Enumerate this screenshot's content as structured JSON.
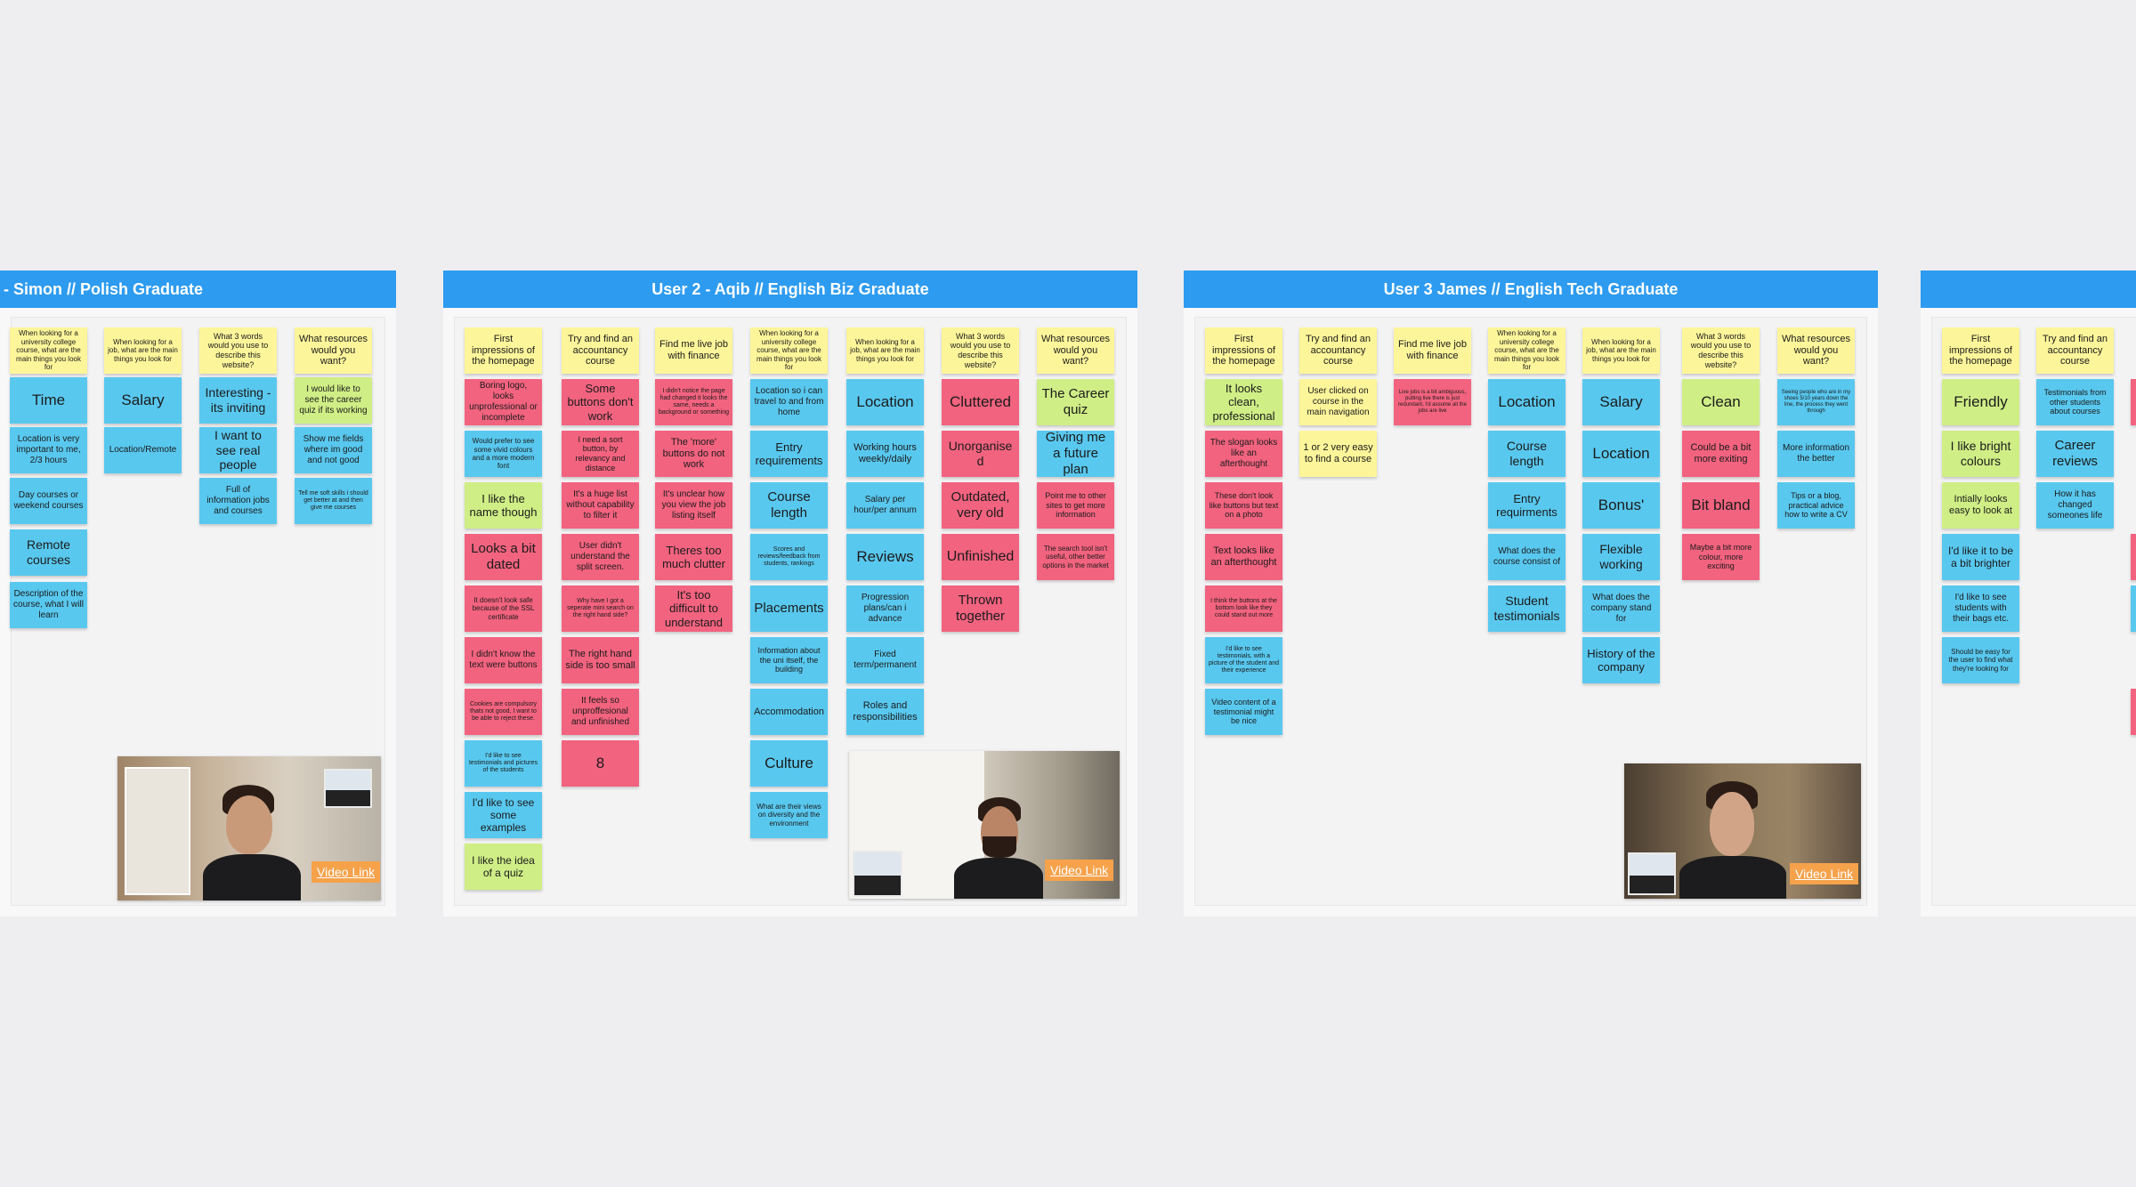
{
  "frames": [
    {
      "title": "- Simon // Polish Graduate",
      "video_link": "Video Link",
      "columns": [
        [
          "When looking for a university college course, what are the main things you look for",
          "Time",
          "Location is very important to me, 2/3 hours",
          "Day courses or weekend courses",
          "Remote courses",
          "Description of the course, what I will learn"
        ],
        [
          "When looking for a job, what are the main things you look for",
          "Salary",
          "Location/Remote"
        ],
        [
          "What 3 words would you use to describe this website?",
          "Interesting - its inviting",
          "I want to see real people",
          "Full of information jobs and courses"
        ],
        [
          "What resources would you want?",
          "I would like to see the career quiz if its working",
          "Show me fields where im good and not good",
          "Tell me soft skills i should get better at and then give me courses"
        ]
      ]
    },
    {
      "title": "User 2 - Aqib // English Biz Graduate",
      "video_link": "Video Link",
      "columns": [
        [
          "First impressions of the homepage",
          "Boring logo, looks unprofessional or incomplete",
          "Would prefer to see some vivid colours and a more modern font",
          "I like the name though",
          "Looks a bit dated",
          "It doesn't look safe because of the SSL certificate",
          "I didn't know the text were buttons",
          "Cookies are compulsory thats not good, I want to be able to reject these.",
          "I'd like to see testimonials and pictures of the students",
          "I'd like to see some examples",
          "I like the idea of a quiz"
        ],
        [
          "Try and find an accountancy course",
          "Some buttons don't work",
          "I need a sort button, by relevancy and distance",
          "It's a huge list without capability to filter it",
          "User didn't understand the split screen.",
          "Why have I got a seperate mini search on the right hand side?",
          "The right hand side is too small",
          "It feels so unproffesional and unfinished",
          "8"
        ],
        [
          "Find me live job with finance",
          "I didn't notice the page had changed it looks the same, needs a background or something",
          "The 'more' buttons do not work",
          "It's unclear how you view the job listing itself",
          "Theres too much clutter",
          "It's too difficult to understand"
        ],
        [
          "When looking for a university college course, what are the main things you look for",
          "Location so i can travel to and from home",
          "Entry requirements",
          "Course length",
          "Scores and reviews/feedback from students, rankings",
          "Placements",
          "Information about the uni itself, the building",
          "Accommodation",
          "Culture",
          "What are their views on diversity and the environment"
        ],
        [
          "When looking for a job, what are the main things you look for",
          "Location",
          "Working hours weekly/daily",
          "Salary per hour/per annum",
          "Reviews",
          "Progression plans/can i advance",
          "Fixed term/permanent",
          "Roles and responsibilities"
        ],
        [
          "What 3 words would you use to describe this website?",
          "Cluttered",
          "Unorganised",
          "Outdated, very old",
          "Unfinished",
          "Thrown together"
        ],
        [
          "What resources would you want?",
          "The Career quiz",
          "Giving me a future plan",
          "Point me to other sites to get more information",
          "The search tool isn't useful, other better options in the market"
        ]
      ]
    },
    {
      "title": "User 3 James // English Tech Graduate",
      "video_link": "Video Link",
      "columns": [
        [
          "First impressions of the homepage",
          "It looks clean, professional",
          "The slogan looks like an afterthought",
          "These don't look like buttons but text on a photo",
          "Text looks like an afterthought",
          "I think the buttons at the bottom look like they could stand out more",
          "I'd like to see testimonials, with a picture of the student and their experience",
          "Video content of a testimonial might be nice"
        ],
        [
          "Try and find an accountancy course",
          "User clicked on course in the main navigation",
          "1 or 2 very easy to find a course"
        ],
        [
          "Find me live job with finance",
          "Live jobs is a bit ambiguous, putting live there is just redundant, I'd assume all the jobs are live"
        ],
        [
          "When looking for a university college course, what are the main things you look for",
          "Location",
          "Course length",
          "Entry requirments",
          "What does the course consist of",
          "Student testimonials"
        ],
        [
          "When looking for a job, what are the main things you look for",
          "Salary",
          "Location",
          "Bonus'",
          "Flexible working",
          "What does the company stand for",
          "History of the company"
        ],
        [
          "What 3 words would you use to describe this website?",
          "Clean",
          "Could be a bit more exiting",
          "Bit bland",
          "Maybe a bit more colour, more exciting"
        ],
        [
          "What resources would you want?",
          "Seeing people who are in my shoes 5/10 years down the line, the process they went through",
          "More information the better",
          "Tips or a blog, practical advice how to write a CV"
        ]
      ]
    },
    {
      "title": "",
      "columns": [
        [
          "First impressions of the homepage",
          "Friendly",
          "I like bright colours",
          "Intially looks easy to look at",
          "I'd like it to be a bit brighter",
          "I'd like to see students with their bags etc.",
          "Should be easy for the user to find what they're looking for"
        ],
        [
          "Try and find an accountancy course",
          "Testimonials from other students about courses",
          "Career reviews",
          "How it has changed someones life"
        ]
      ]
    }
  ]
}
